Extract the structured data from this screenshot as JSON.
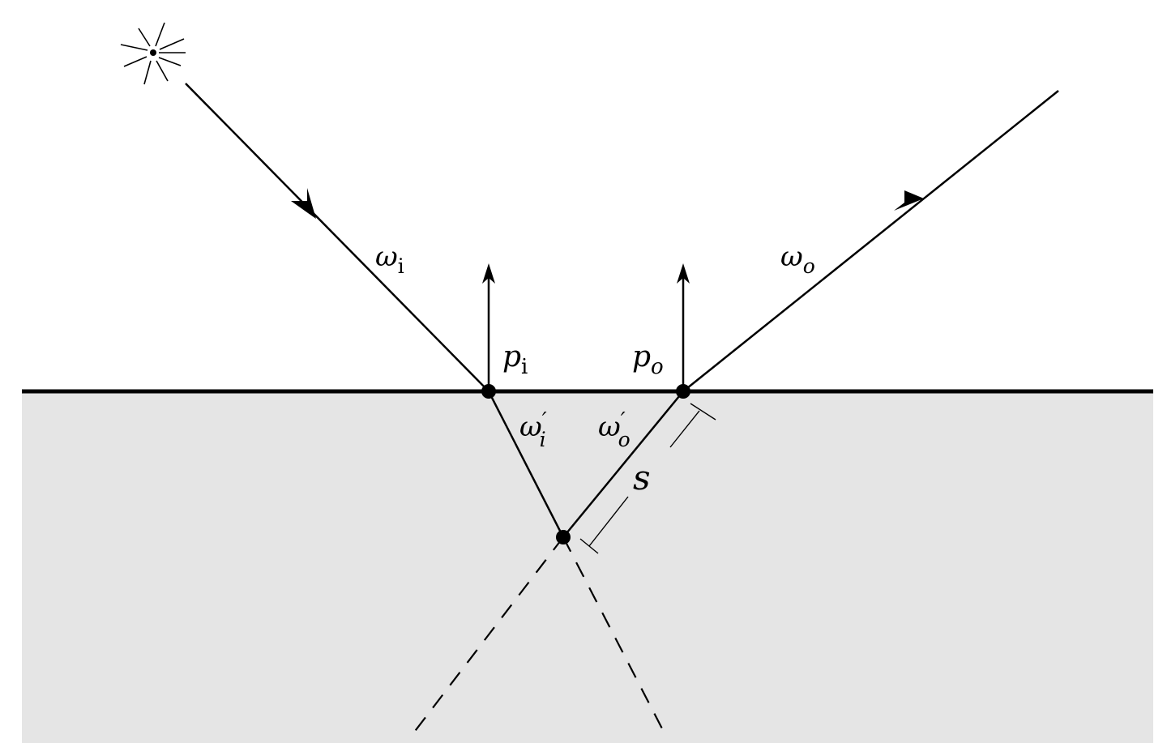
{
  "diagram": {
    "labels": {
      "omega_i": {
        "base": "ω",
        "sub": "i"
      },
      "omega_o": {
        "base": "ω",
        "sub": "o"
      },
      "p_i": {
        "base": "p",
        "sub": "i"
      },
      "p_o": {
        "base": "p",
        "sub": "o"
      },
      "omega_i_prime": {
        "base": "ω",
        "prime": "′",
        "sub": "i"
      },
      "omega_o_prime": {
        "base": "ω",
        "prime": "′",
        "sub": "o"
      },
      "distance": "s"
    },
    "colors": {
      "medium_fill": "#e5e5e5",
      "stroke": "#000000",
      "background": "#ffffff"
    },
    "icons": {
      "light_source": "light-source-icon"
    }
  }
}
